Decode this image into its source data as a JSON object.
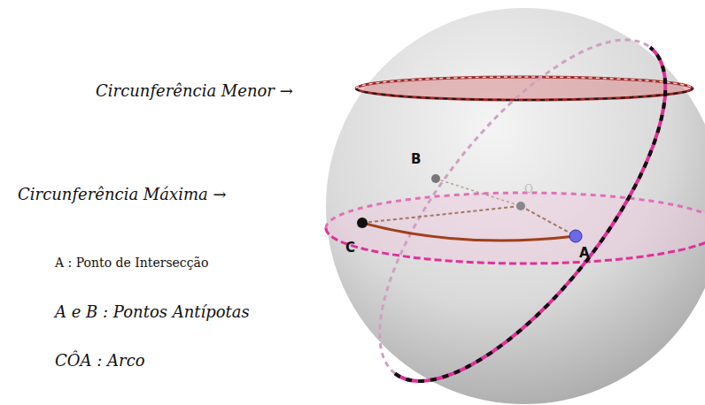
{
  "diagram": {
    "labels": [
      "Circunferência Menor →",
      "Circunferência Máxima →",
      "A : Ponto de Intersecção",
      "A e B : Pontos Antípotas",
      "CÔA : Arco",
      "B",
      "C",
      "A",
      "O"
    ]
  }
}
